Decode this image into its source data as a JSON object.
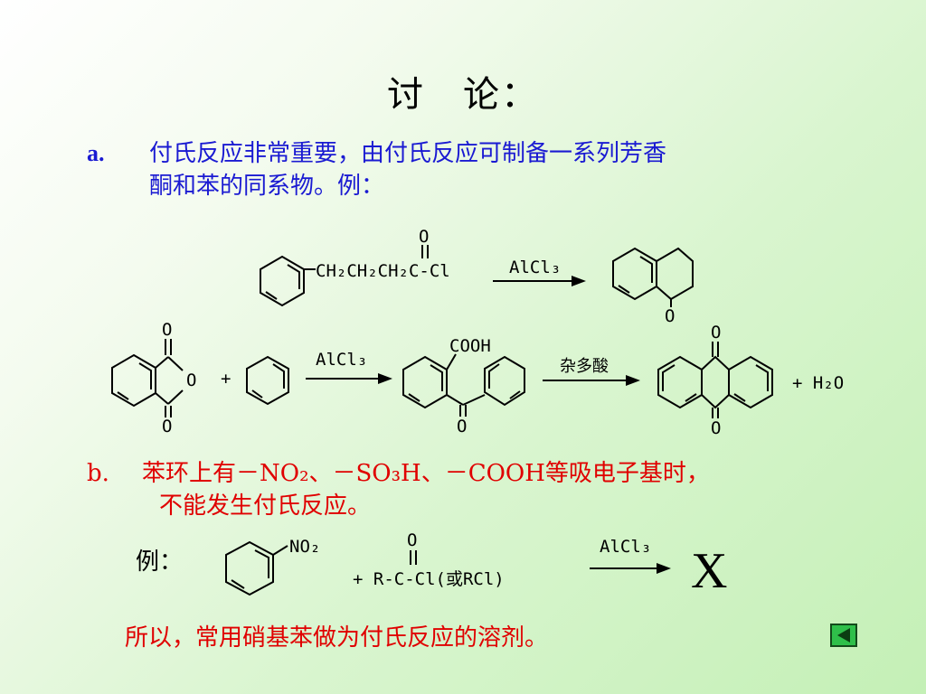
{
  "slide": {
    "title": "讨　论：",
    "point_a": {
      "marker": "a.",
      "line1": "付氏反应非常重要，由付氏反应可制备一系列芳香",
      "line2": "酮和苯的同系物。例："
    },
    "reaction1": {
      "chain": "CH₂CH₂CH₂C-Cl",
      "carbonyl_o": "O",
      "catalyst": "AlCl₃",
      "product_o": "O"
    },
    "reaction2": {
      "anhydride_o_top": "O",
      "anhydride_o_ring": "O",
      "anhydride_o_bottom": "O",
      "plus1": "+",
      "catalyst": "AlCl₃",
      "cooh": "COOH",
      "ketone_o": "O",
      "catalyst2": "杂多酸",
      "aq_o_top": "O",
      "aq_o_bottom": "O",
      "plus_water": "+ H₂O"
    },
    "point_b": {
      "marker": "b.",
      "line1": "苯环上有－NO₂、－SO₃H、－COOH等吸电子基时，",
      "line2": "不能发生付氏反应。"
    },
    "example": {
      "label": "例：",
      "no2": "NO₂",
      "plus": "+ R-C-Cl(或RCl)",
      "carbonyl_o": "O",
      "catalyst": "AlCl₃",
      "result": "X"
    },
    "conclusion": "所以，常用硝基苯做为付氏反应的溶剂。",
    "nav_button": "back-arrow-icon"
  },
  "colors": {
    "title": "#000000",
    "point_a_text": "#1a1ad2",
    "point_b_text": "#e00000",
    "nav_button": "#2fbf4a"
  }
}
